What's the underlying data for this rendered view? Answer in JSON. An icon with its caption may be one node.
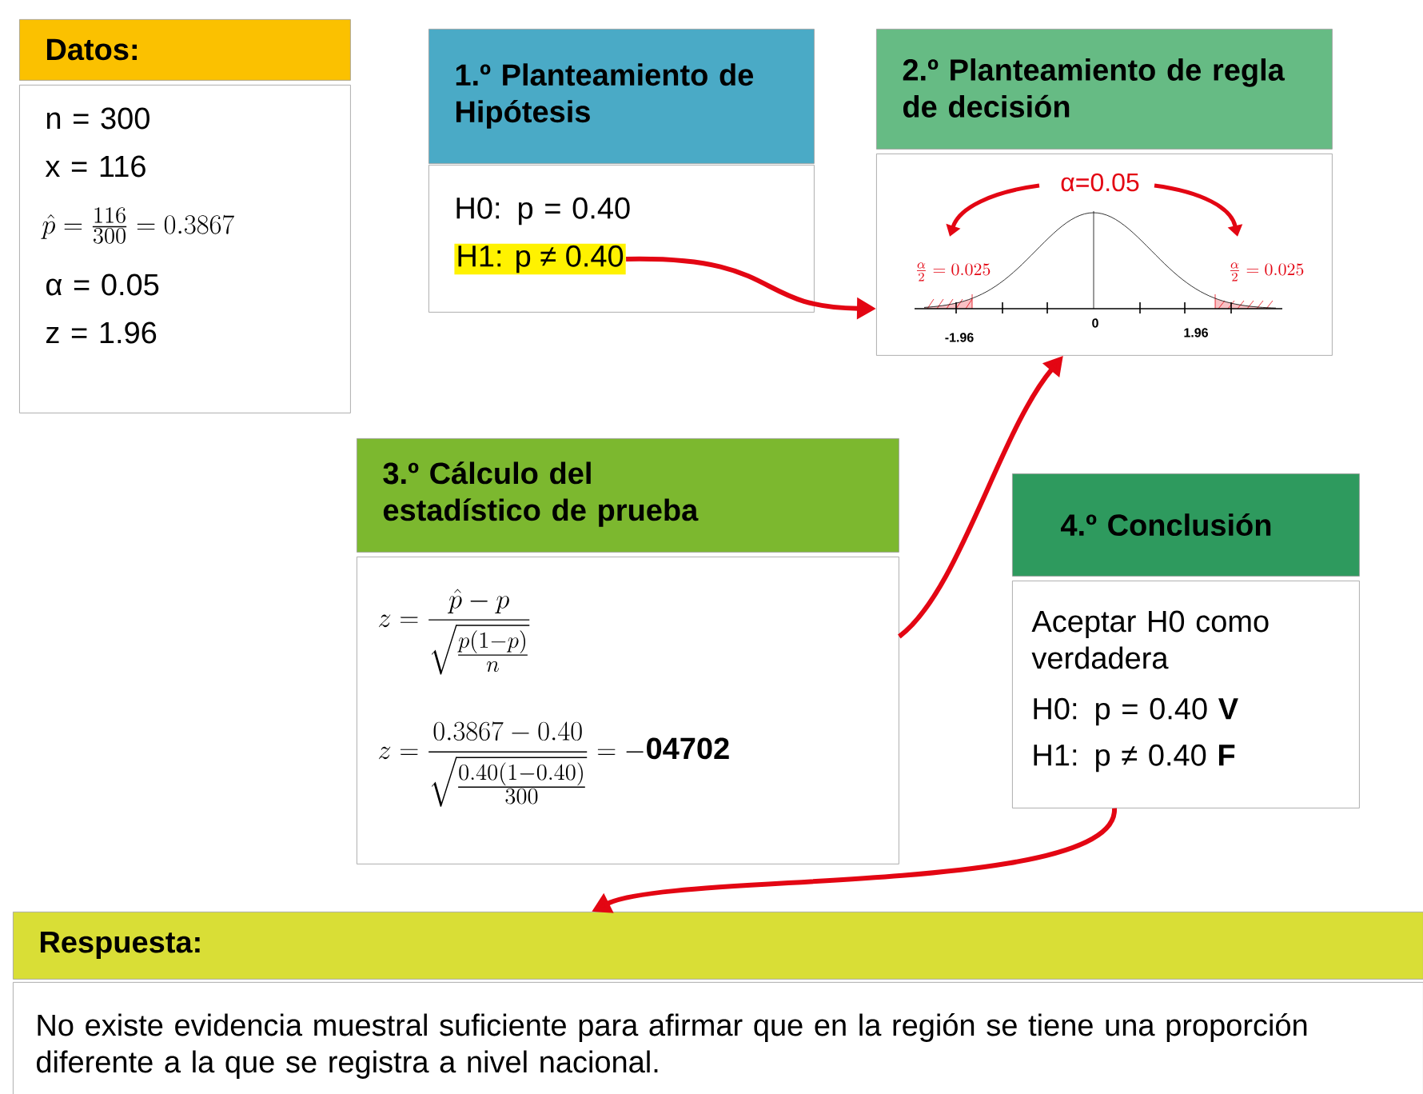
{
  "diagram": {
    "nodes": [
      {
        "text": [
          "Datos:"
        ]
      },
      {
        "text": [
          "n = 300",
          "x = 116",
          "\\hat{p} = \\frac{116}{300} = 0.3867",
          "α = 0.05",
          "z = 1.96"
        ]
      },
      {
        "text": [
          "1.º Planteamiento de Hipótesis"
        ]
      },
      {
        "text": [
          "H0: p = 0.40"
        ]
      },
      {
        "text": [
          "H1: p ≠ 0.40"
        ],
        "in": 3
      },
      {
        "text": [
          "2.º Planteamiento de regla de decisión"
        ]
      },
      {
        "text": [],
        "shape": "picture"
      },
      {
        "text": [
          "3.º Cálculo del estadístico de prueba"
        ]
      },
      {
        "text": [
          "z = \\frac{\\hat{p}-p}{\\sqrt{\\frac{p(1-p)}{n}}}",
          "z = \\frac{0.3867-0.40}{\\sqrt{\\frac{0.40(1-0.40)}{300}}} = \\mathbf{-04702}"
        ]
      },
      {
        "text": [
          "4.º Conclusión"
        ]
      },
      {
        "text": [
          "Aceptar H0 como verdadera",
          "H0: p = 0.40  **V**",
          "H1: p ≠ 0.40  **F**"
        ]
      },
      {
        "text": [
          "Respuesta:"
        ]
      },
      {
        "text": [
          "No existe evidencia muestral suficiente para afirmar que en la región se tiene una proporción diferente a la que se registra a nivel nacional."
        ]
      }
    ],
    "edges": [
      {
        "from": 4,
        "to": 6,
        "arrow": "to"
      },
      {
        "from": 8,
        "to": 6,
        "arrow": "to"
      },
      {
        "from": 10,
        "to": 11,
        "arrow": "to"
      }
    ],
    "labels": [
      "α=0.05",
      "\\frac{\\alpha}{2} = 0.025",
      "\\frac{\\alpha}{2} = 0.025",
      "-1.96",
      "0",
      "1.96"
    ]
  }
}
